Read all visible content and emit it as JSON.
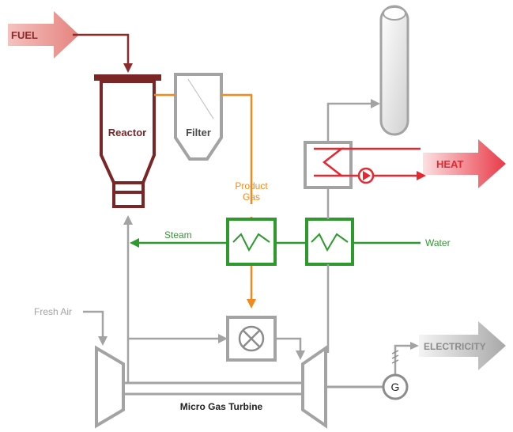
{
  "labels": {
    "fuel": "FUEL",
    "reactor": "Reactor",
    "filter": "Filter",
    "product_gas_line1": "Product",
    "product_gas_line2": "Gas",
    "steam": "Steam",
    "water": "Water",
    "heat": "HEAT",
    "fresh_air": "Fresh Air",
    "electricity": "ELECTRICITY",
    "generator": "G",
    "turbine": "Micro Gas Turbine"
  },
  "colors": {
    "fuel": "#8b2b2b",
    "reactor": "#7a2626",
    "product_gas": "#f08a1c",
    "steam": "#2e9a2e",
    "heat": "#e8262f",
    "gray": "#a3a3a3",
    "dark_gray": "#8c8c8c",
    "black": "#222222"
  },
  "icons": {
    "fuel_arrow": "fuel-arrow-icon",
    "heat_arrow": "heat-arrow-icon",
    "electricity_arrow": "electricity-arrow-icon",
    "combustor": "combustor-cross-icon",
    "pump": "pump-icon",
    "generator": "generator-icon"
  }
}
